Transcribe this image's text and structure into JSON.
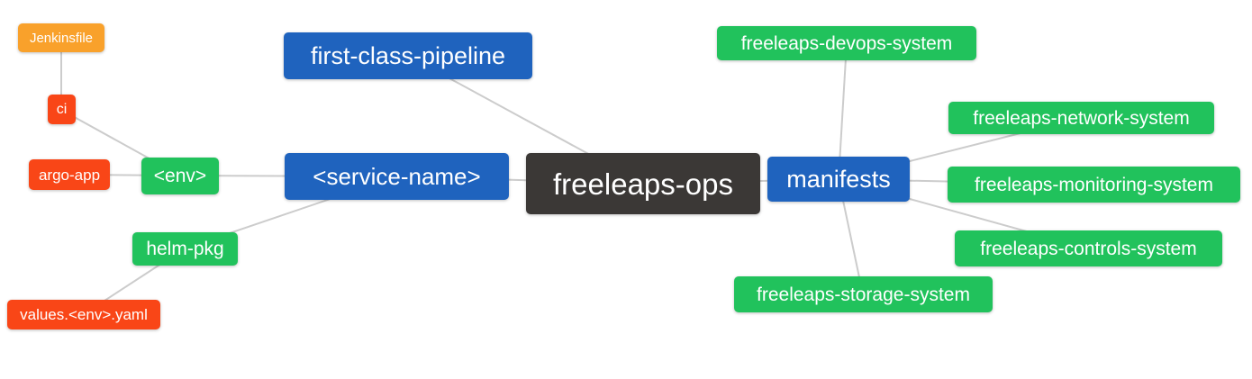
{
  "diagram": {
    "type": "mindmap",
    "root_label": "freeleaps-ops",
    "palette": {
      "root_dark": "#3B3836",
      "branch_blue": "#1F63BE",
      "leaf_green": "#21C25C",
      "leaf_red": "#F94617",
      "leaf_orange": "#F9A12B",
      "edge_gray": "#CCCCCC",
      "text_white": "#FFFFFF",
      "background": "#FFFFFF"
    },
    "nodes": {
      "freeleaps_ops": {
        "label": "freeleaps-ops",
        "color": "#3B3836"
      },
      "first_class_pipeline": {
        "label": "first-class-pipeline",
        "color": "#1F63BE"
      },
      "service_name": {
        "label": "<service-name>",
        "color": "#1F63BE"
      },
      "manifests": {
        "label": "manifests",
        "color": "#1F63BE"
      },
      "env": {
        "label": "<env>",
        "color": "#21C25C"
      },
      "helm_pkg": {
        "label": "helm-pkg",
        "color": "#21C25C"
      },
      "ci": {
        "label": "ci",
        "color": "#F94617"
      },
      "argo_app": {
        "label": "argo-app",
        "color": "#F94617"
      },
      "values_env_yaml": {
        "label": "values.<env>.yaml",
        "color": "#F94617"
      },
      "jenkinsfile": {
        "label": "Jenkinsfile",
        "color": "#F9A12B"
      },
      "devops_system": {
        "label": "freeleaps-devops-system",
        "color": "#21C25C"
      },
      "network_system": {
        "label": "freeleaps-network-system",
        "color": "#21C25C"
      },
      "monitoring_system": {
        "label": "freeleaps-monitoring-system",
        "color": "#21C25C"
      },
      "controls_system": {
        "label": "freeleaps-controls-system",
        "color": "#21C25C"
      },
      "storage_system": {
        "label": "freeleaps-storage-system",
        "color": "#21C25C"
      }
    },
    "edges": [
      {
        "from": "Jenkinsfile",
        "to": "ci"
      },
      {
        "from": "ci",
        "to": "<env>"
      },
      {
        "from": "argo-app",
        "to": "<env>"
      },
      {
        "from": "<env>",
        "to": "<service-name>"
      },
      {
        "from": "helm-pkg",
        "to": "<service-name>"
      },
      {
        "from": "values.<env>.yaml",
        "to": "helm-pkg"
      },
      {
        "from": "first-class-pipeline",
        "to": "freeleaps-ops"
      },
      {
        "from": "<service-name>",
        "to": "freeleaps-ops"
      },
      {
        "from": "freeleaps-ops",
        "to": "manifests"
      },
      {
        "from": "manifests",
        "to": "freeleaps-devops-system"
      },
      {
        "from": "manifests",
        "to": "freeleaps-network-system"
      },
      {
        "from": "manifests",
        "to": "freeleaps-monitoring-system"
      },
      {
        "from": "manifests",
        "to": "freeleaps-controls-system"
      },
      {
        "from": "manifests",
        "to": "freeleaps-storage-system"
      }
    ]
  }
}
